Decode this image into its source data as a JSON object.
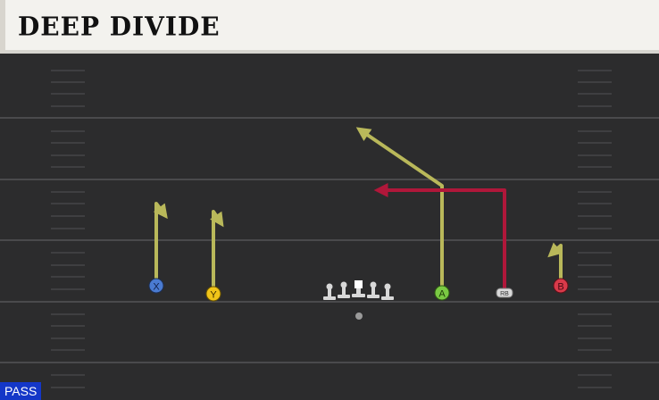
{
  "play": {
    "title": "DEEP DIVIDE",
    "type_badge": "PASS"
  },
  "players": [
    {
      "id": "x",
      "label": "X",
      "color": "#4a7bd1",
      "role": "receiver"
    },
    {
      "id": "y",
      "label": "Y",
      "color": "#f0c419",
      "role": "receiver"
    },
    {
      "id": "a",
      "label": "A",
      "color": "#7ac943",
      "role": "receiver"
    },
    {
      "id": "rb",
      "label": "RB",
      "color": "#d9d9d9",
      "role": "running back"
    },
    {
      "id": "b",
      "label": "B",
      "color": "#d93a4a",
      "role": "receiver"
    }
  ],
  "colors": {
    "route_primary": "#b9b85a",
    "route_secondary": "#b0173a",
    "header_bg": "#f3f2ee",
    "field_bg": "#2c2c2d",
    "badge_bg": "#1437c8"
  },
  "icons": {
    "lineman": "lineman-icon",
    "center": "center-icon",
    "quarterback": "qb-dot-icon"
  }
}
